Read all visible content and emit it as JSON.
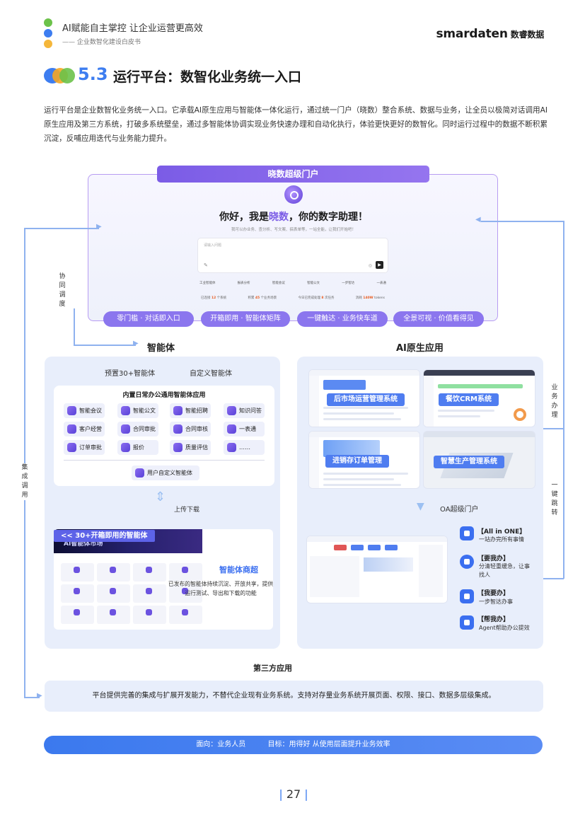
{
  "header": {
    "title": "AI赋能自主掌控 让企业运营更高效",
    "subtitle": "—— 企业数智化建设白皮书",
    "brand": "smardaten",
    "brand_cn": "数睿数据",
    "colors": {
      "accent": "#3d7df0",
      "purple": "#7b5ce6",
      "orange": "#f5a623",
      "green": "#6cc24a"
    }
  },
  "section": {
    "number": "5.3",
    "title": "运行平台：数智化业务统一入口",
    "intro": "运行平台是企业数智化业务统一入口。它承载AI原生应用与智能体一体化运行，通过统一门户（晓数）整合系统、数据与业务，让全员以极简对话调用AI原生应用及第三方系统，打破多系统壁垒，通过多智能体协调实现业务快速办理和自动化执行，体验更快更好的数智化。同时运行过程中的数据不断积累沉淀，反哺应用迭代与业务能力提升。"
  },
  "portal": {
    "header": "晓数超级门户",
    "greet_pre": "你好，我是",
    "greet_name": "晓数",
    "greet_post": "，你的数字助理！",
    "greet_sub": "我可以办业务、查分析、写文案、搞表单等，一站全能，让我们开始吧！",
    "input_placeholder": "请输入问题",
    "chips": [
      "工业智能体",
      "报表分析",
      "智能会议",
      "智能公文",
      "一步智达",
      "一表通"
    ],
    "stats": {
      "s1": "已连接",
      "s1v": "12",
      "s1u": "个系统",
      "s2": "积累",
      "s2v": "45",
      "s2u": "个业务场景",
      "s3": "今日已完成处理",
      "s3v": "8",
      "s3u": "次任务",
      "s4": "消耗",
      "s4v": "140W",
      "s4u": "tokens"
    },
    "pills": [
      "零门槛 · 对话即入口",
      "开箱即用 · 智能体矩阵",
      "一键触达 · 业务快车道",
      "全景可视 · 价值看得见"
    ]
  },
  "side_labels": {
    "coordinate": [
      "协",
      "同",
      "调",
      "度"
    ],
    "integrate": [
      "集",
      "成",
      "调",
      "用"
    ],
    "business": [
      "业",
      "务",
      "办",
      "理"
    ],
    "jump": [
      "一",
      "键",
      "跳",
      "转"
    ]
  },
  "agents": {
    "heading": "智能体",
    "preset": "预置30+智能体",
    "custom": "自定义智能体",
    "box_title": "内置日常办公通用智能体应用",
    "items": [
      "智能会议",
      "智能公文",
      "智能招聘",
      "知识问答",
      "客户经营",
      "合同审批",
      "合同审核",
      "一表通",
      "订单审批",
      "报价",
      "质量评估",
      "……"
    ],
    "custom_item": "用户自定义智能体",
    "upload": "上传下载",
    "market_tag": "<< 30+开箱即用的智能体",
    "market_banner": "AI智能体市场",
    "market_title": "智能体商超",
    "market_desc": "已发布的智能体持续沉淀、开放共享，提供运行测试、导出和下载的功能"
  },
  "apps": {
    "heading": "AI原生应用",
    "items": [
      "后市场运营管理系统",
      "餐饮CRM系统",
      "进销存订单管理",
      "智慧生产管理系统"
    ],
    "oa_label": "OA超级门户",
    "features": [
      {
        "title": "【All in ONE】",
        "desc": "一站办完所有事情"
      },
      {
        "title": "【要我办】",
        "desc": "分清轻重缓急，让事找人"
      },
      {
        "title": "【我要办】",
        "desc": "一步智达办事"
      },
      {
        "title": "【帮我办】",
        "desc": "Agent帮助办公提效"
      }
    ]
  },
  "third_party": {
    "title": "第三方应用",
    "desc": "平台提供完善的集成与扩展开发能力，不替代企业现有业务系统。支持对存量业务系统开展页面、权限、接口、数据多层级集成。"
  },
  "target": {
    "audience": "面向：业务人员",
    "goal": "目标：用得好 从使用层面提升业务效率"
  },
  "footer": {
    "page": "27"
  }
}
